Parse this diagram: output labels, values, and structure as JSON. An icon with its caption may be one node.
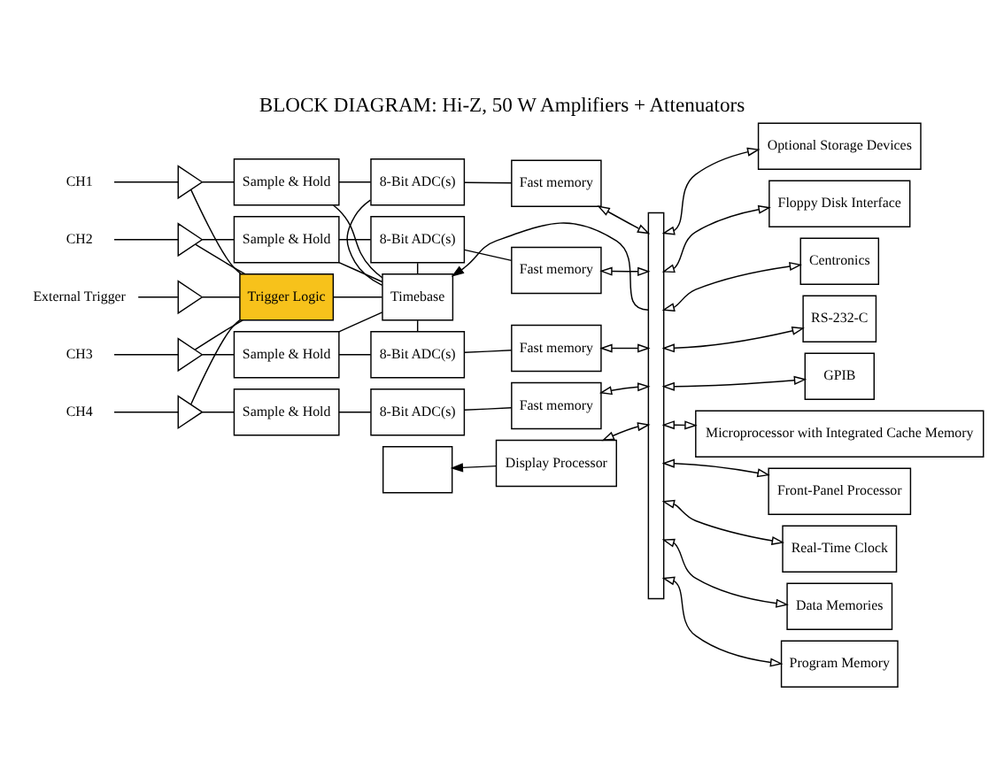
{
  "diagram": {
    "title": "BLOCK DIAGRAM: Hi-Z, 50 W Amplifiers + Attenuators",
    "nodes": [
      {
        "text": [
          "CH1"
        ]
      },
      {
        "text": [
          "CH2"
        ]
      },
      {
        "text": [
          "External Trigger"
        ]
      },
      {
        "text": [
          "CH3"
        ]
      },
      {
        "text": [
          "CH4"
        ]
      },
      {
        "text": [],
        "shape": "triangle"
      },
      {
        "text": [],
        "shape": "triangle"
      },
      {
        "text": [],
        "shape": "triangle"
      },
      {
        "text": [],
        "shape": "triangle"
      },
      {
        "text": [],
        "shape": "triangle"
      },
      {
        "text": [
          "Sample & Hold"
        ]
      },
      {
        "text": [
          "8-Bit ADC(s)"
        ]
      },
      {
        "text": [
          "Fast memory"
        ]
      },
      {
        "text": [
          "Sample & Hold"
        ]
      },
      {
        "text": [
          "8-Bit ADC(s)"
        ]
      },
      {
        "text": [
          "Fast memory"
        ]
      },
      {
        "text": [
          "Trigger Logic"
        ]
      },
      {
        "text": [
          "Timebase"
        ]
      },
      {
        "text": [
          "Sample & Hold"
        ]
      },
      {
        "text": [
          "8-Bit ADC(s)"
        ]
      },
      {
        "text": [
          "Fast memory"
        ]
      },
      {
        "text": [
          "Sample & Hold"
        ]
      },
      {
        "text": [
          "8-Bit ADC(s)"
        ]
      },
      {
        "text": [
          "Fast memory"
        ]
      },
      {
        "text": [],
        "shape": "box"
      },
      {
        "text": [
          "Display Processor"
        ]
      },
      {
        "text": [],
        "shape": "bar"
      },
      {
        "text": [
          "Optional Storage Devices"
        ]
      },
      {
        "text": [
          "Floppy Disk Interface"
        ]
      },
      {
        "text": [
          "Centronics"
        ]
      },
      {
        "text": [
          "RS-232-C"
        ]
      },
      {
        "text": [
          "GPIB"
        ]
      },
      {
        "text": [
          "Microprocessor with Integrated Cache Memory"
        ]
      },
      {
        "text": [
          "Front-Panel Processor"
        ]
      },
      {
        "text": [
          "Real-Time Clock"
        ]
      },
      {
        "text": [
          "Data Memories"
        ]
      },
      {
        "text": [
          "Program Memory"
        ]
      }
    ],
    "edges": [
      {
        "from": 0,
        "to": 5,
        "arrow": "none"
      },
      {
        "from": 1,
        "to": 6,
        "arrow": "none"
      },
      {
        "from": 2,
        "to": 7,
        "arrow": "none"
      },
      {
        "from": 3,
        "to": 8,
        "arrow": "none"
      },
      {
        "from": 4,
        "to": 9,
        "arrow": "none"
      },
      {
        "from": 5,
        "to": 10,
        "arrow": "none"
      },
      {
        "from": 6,
        "to": 13,
        "arrow": "none"
      },
      {
        "from": 8,
        "to": 18,
        "arrow": "none"
      },
      {
        "from": 9,
        "to": 21,
        "arrow": "none"
      },
      {
        "from": 5,
        "to": 16,
        "arrow": "none"
      },
      {
        "from": 6,
        "to": 16,
        "arrow": "none"
      },
      {
        "from": 7,
        "to": 16,
        "arrow": "none"
      },
      {
        "from": 8,
        "to": 16,
        "arrow": "none"
      },
      {
        "from": 9,
        "to": 16,
        "arrow": "none"
      },
      {
        "from": 10,
        "to": 11,
        "arrow": "none"
      },
      {
        "from": 11,
        "to": 12,
        "arrow": "none"
      },
      {
        "from": 13,
        "to": 14,
        "arrow": "none"
      },
      {
        "from": 14,
        "to": 15,
        "arrow": "none"
      },
      {
        "from": 18,
        "to": 19,
        "arrow": "none"
      },
      {
        "from": 19,
        "to": 20,
        "arrow": "none"
      },
      {
        "from": 21,
        "to": 22,
        "arrow": "none"
      },
      {
        "from": 22,
        "to": 23,
        "arrow": "none"
      },
      {
        "from": 16,
        "to": 17,
        "arrow": "none"
      },
      {
        "from": 17,
        "to": 10,
        "arrow": "none"
      },
      {
        "from": 17,
        "to": 11,
        "arrow": "none"
      },
      {
        "from": 17,
        "to": 13,
        "arrow": "none"
      },
      {
        "from": 17,
        "to": 14,
        "arrow": "none"
      },
      {
        "from": 17,
        "to": 18,
        "arrow": "none"
      },
      {
        "from": 17,
        "to": 19,
        "arrow": "none"
      },
      {
        "from": 12,
        "to": 26,
        "arrow": "both"
      },
      {
        "from": 15,
        "to": 26,
        "arrow": "both"
      },
      {
        "from": 26,
        "to": 17,
        "arrow": "to"
      },
      {
        "from": 20,
        "to": 26,
        "arrow": "both"
      },
      {
        "from": 23,
        "to": 26,
        "arrow": "both"
      },
      {
        "from": 25,
        "to": 24,
        "arrow": "to"
      },
      {
        "from": 25,
        "to": 26,
        "arrow": "both"
      },
      {
        "from": 26,
        "to": 27,
        "arrow": "both"
      },
      {
        "from": 26,
        "to": 28,
        "arrow": "both"
      },
      {
        "from": 26,
        "to": 29,
        "arrow": "both"
      },
      {
        "from": 26,
        "to": 30,
        "arrow": "both"
      },
      {
        "from": 26,
        "to": 31,
        "arrow": "both"
      },
      {
        "from": 26,
        "to": 32,
        "arrow": "both"
      },
      {
        "from": 26,
        "to": 33,
        "arrow": "both"
      },
      {
        "from": 26,
        "to": 34,
        "arrow": "both"
      },
      {
        "from": 26,
        "to": 35,
        "arrow": "both"
      },
      {
        "from": 26,
        "to": 36,
        "arrow": "both"
      }
    ]
  }
}
